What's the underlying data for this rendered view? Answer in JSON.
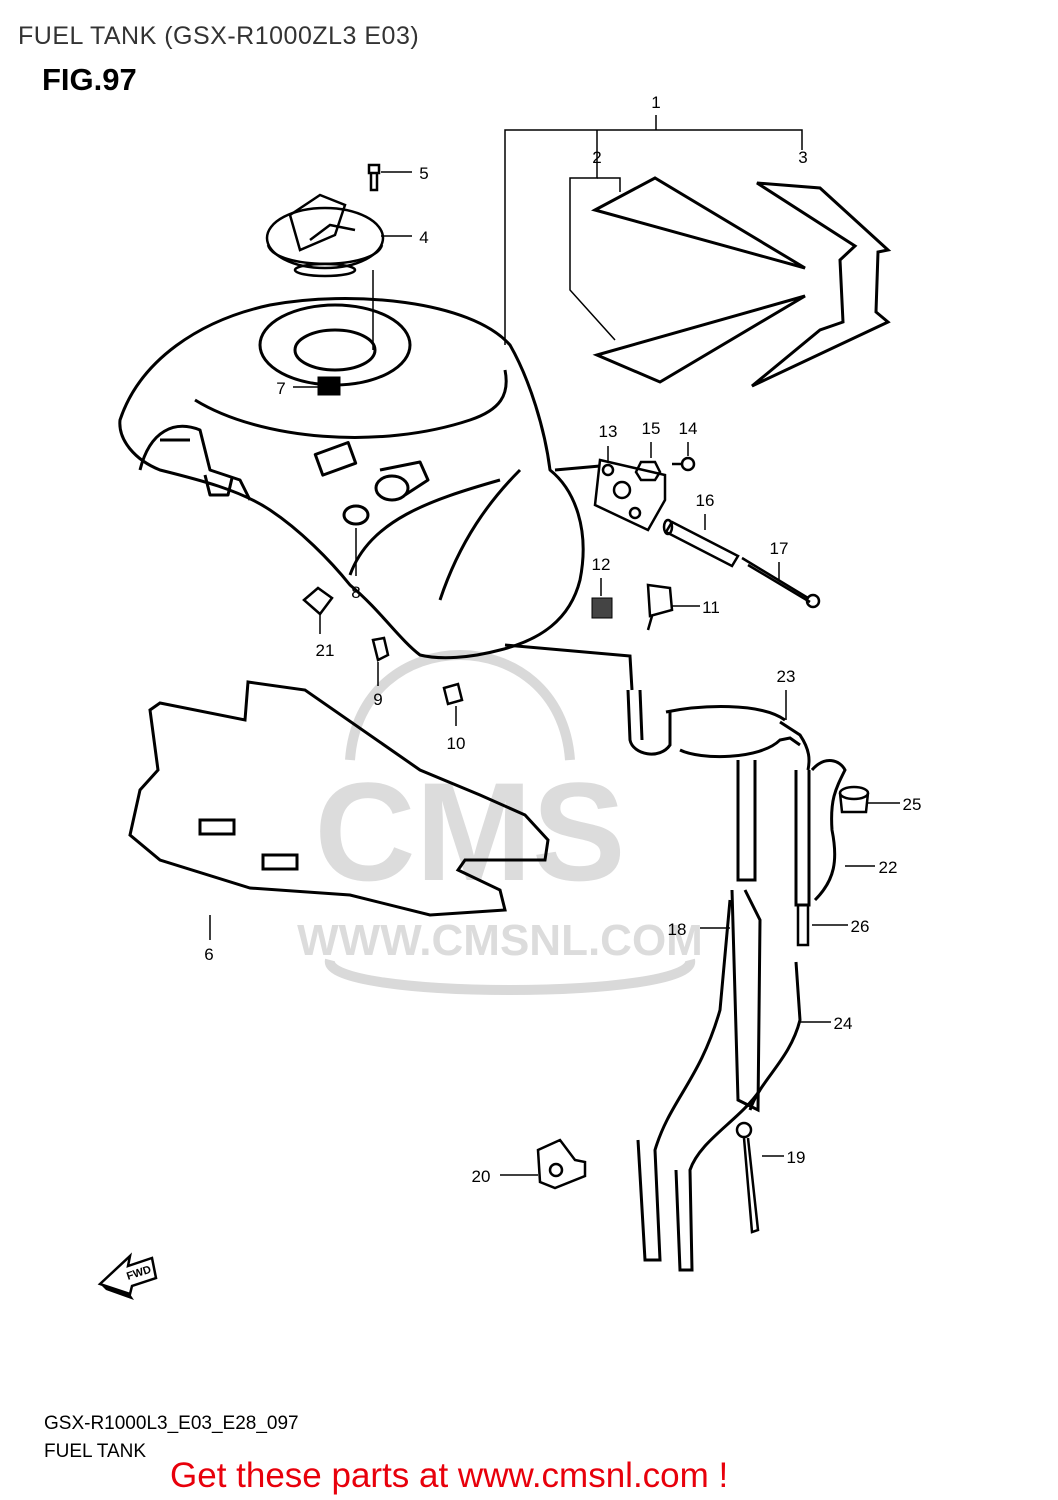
{
  "header": {
    "title": "FUEL TANK (GSX-R1000ZL3 E03)",
    "figure": "FIG.97"
  },
  "watermark": {
    "brand": "CMS",
    "url": "WWW.CMSNL.COM"
  },
  "fwd_arrow": {
    "label": "FWD"
  },
  "callouts": [
    "1",
    "2",
    "3",
    "4",
    "5",
    "6",
    "7",
    "8",
    "9",
    "10",
    "11",
    "12",
    "13",
    "14",
    "15",
    "16",
    "17",
    "18",
    "19",
    "20",
    "21",
    "22",
    "23",
    "24",
    "25",
    "26"
  ],
  "footer": {
    "code": "GSX-R1000L3_E03_E28_097",
    "subtitle": "FUEL TANK",
    "cta": "Get these parts at www.cmsnl.com !"
  },
  "colors": {
    "ink": "#000000",
    "cta": "#e8000b",
    "watermark": "#d9d9d9",
    "title": "#333333"
  }
}
